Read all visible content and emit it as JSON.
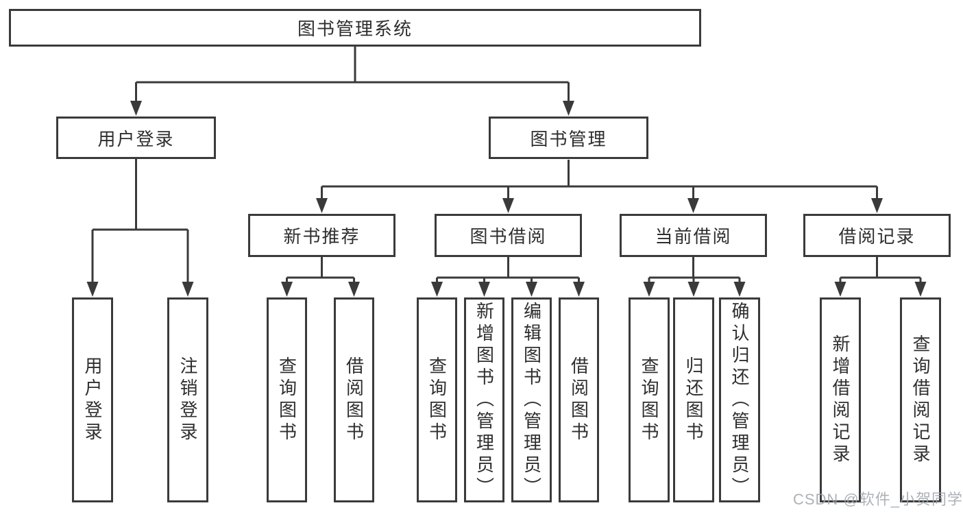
{
  "diagram": {
    "title": "图书管理系统",
    "branches": [
      {
        "label": "用户登录",
        "children": [
          {
            "label": "用户登录"
          },
          {
            "label": "注销登录"
          }
        ]
      },
      {
        "label": "图书管理",
        "children": [
          {
            "label": "新书推荐",
            "children": [
              {
                "label": "查询图书"
              },
              {
                "label": "借阅图书"
              }
            ]
          },
          {
            "label": "图书借阅",
            "children": [
              {
                "label": "查询图书"
              },
              {
                "label": "新增图书（管理员）"
              },
              {
                "label": "编辑图书（管理员）"
              },
              {
                "label": "借阅图书"
              }
            ]
          },
          {
            "label": "当前借阅",
            "children": [
              {
                "label": "查询图书"
              },
              {
                "label": "归还图书"
              },
              {
                "label": "确认归还（管理员）"
              }
            ]
          },
          {
            "label": "借阅记录",
            "children": [
              {
                "label": "新增借阅记录"
              },
              {
                "label": "查询借阅记录"
              }
            ]
          }
        ]
      }
    ]
  },
  "watermark": {
    "text": "CSDN @软件_小贺同学"
  },
  "colors": {
    "line": "#3a3a3a",
    "text": "#2e2e2e",
    "background": "#ffffff",
    "watermark": "#9ea5ac"
  }
}
